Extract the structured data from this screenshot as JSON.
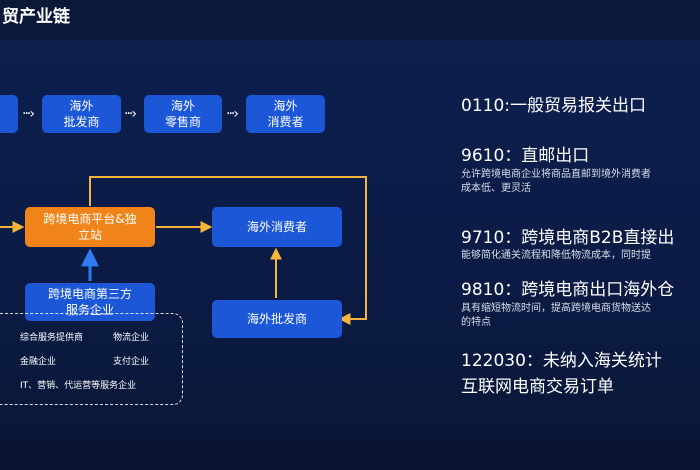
{
  "title": "贸产业链",
  "flow": {
    "top_row": [
      "海外\n批发商",
      "海外\n零售商",
      "海外\n消费者"
    ],
    "platform": "跨境电商平台&独\n立站",
    "consumer": "海外消费者",
    "wholesaler": "海外批发商",
    "third_party": "跨境电商第三方\n服务企业",
    "services": [
      "综合服务提供商",
      "物流企业",
      "金融企业",
      "支付企业",
      "IT、营销、代运营等服务企业"
    ]
  },
  "modes": [
    {
      "heading": "0110:一般贸易报关出口",
      "desc": []
    },
    {
      "heading": "9610：直邮出口",
      "desc": [
        "允许跨境电商企业将商品直邮到境外消费者",
        "成本低、更灵活"
      ]
    },
    {
      "heading": "9710：跨境电商B2B直接出",
      "desc": [
        "能够简化通关流程和降低物流成本，同时提"
      ]
    },
    {
      "heading": "9810：跨境电商出口海外仓",
      "desc": [
        "具有缩短物流时间，提高跨境电商货物送达",
        "的特点"
      ]
    },
    {
      "heading": "122030：未纳入海关统计",
      "desc": [
        "互联网电商交易订单"
      ]
    }
  ],
  "colors": {
    "accent_blue": "#1c57d8",
    "accent_orange": "#f0841a",
    "line_yellow": "#f5b43a",
    "background": "#0a1430"
  }
}
